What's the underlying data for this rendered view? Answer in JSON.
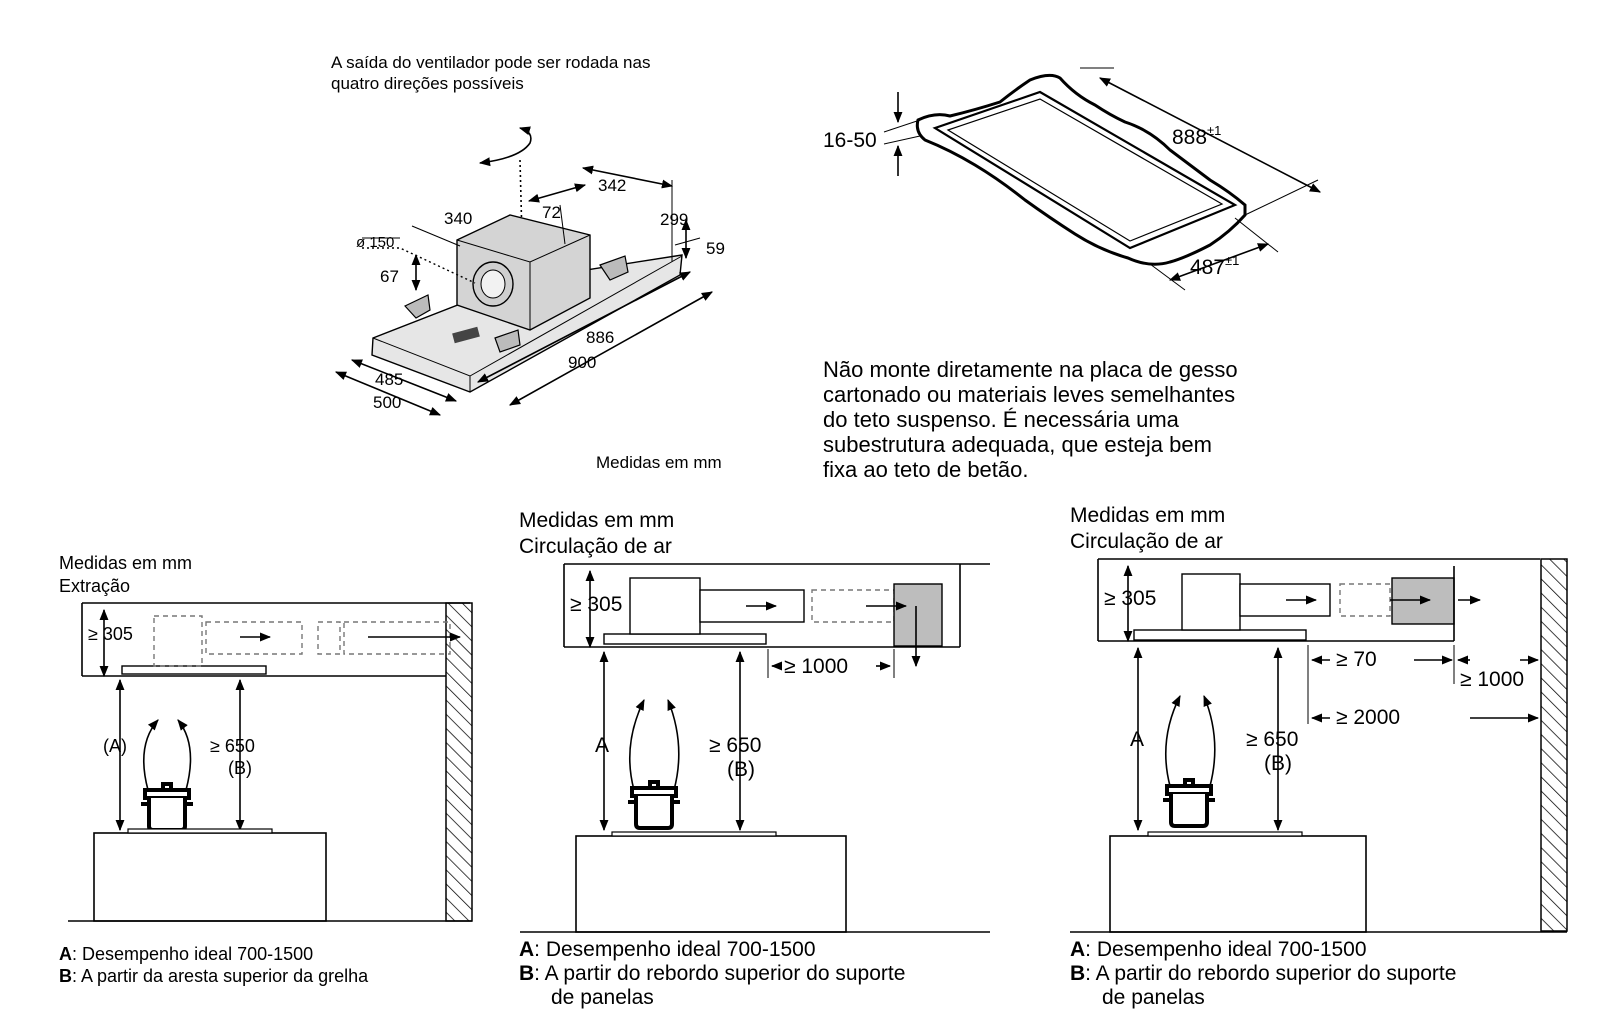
{
  "top_left": {
    "note_line1": "A saída do ventilador pode ser rodada nas",
    "note_line2": "quatro direções possíveis",
    "diam": "ø 150",
    "d340": "340",
    "d72": "72",
    "d342": "342",
    "d299": "299",
    "d59": "59",
    "d67": "67",
    "d886": "886",
    "d900": "900",
    "d485": "485",
    "d500": "500",
    "units": "Medidas em mm"
  },
  "top_right": {
    "d1650": "16-50",
    "d888": "888",
    "d888_tol": "±1",
    "d487": "487",
    "d487_tol": "±1",
    "warning_lines": [
      "Não monte diretamente na placa de gesso",
      "cartonado ou materiais leves semelhantes",
      "do teto suspenso. É necessária uma",
      "subestrutura adequada, que esteja bem",
      "fixa ao teto de betão."
    ]
  },
  "left_panel": {
    "title1": "Medidas em mm",
    "title2": "Extração",
    "h305": "≥ 305",
    "a_label": "(A)",
    "h650": "≥ 650",
    "b_label": "(B)",
    "legend_a_key": "A",
    "legend_a_text": ": Desempenho ideal 700-1500",
    "legend_b_key": "B",
    "legend_b_text": ": A partir da aresta superior da grelha"
  },
  "mid_panel": {
    "title1": "Medidas em mm",
    "title2": "Circulação de ar",
    "h305": "≥ 305",
    "d1000": "≥ 1000",
    "a_label": "A",
    "h650": "≥ 650",
    "b_label": "(B)",
    "legend_a_key": "A",
    "legend_a_text": ": Desempenho ideal 700-1500",
    "legend_b_key": "B",
    "legend_b_text1": ": A partir do rebordo superior do suporte",
    "legend_b_text2": "de panelas"
  },
  "right_panel": {
    "title1": "Medidas em mm",
    "title2": "Circulação de ar",
    "h305": "≥ 305",
    "d70": "≥ 70",
    "d1000": "≥ 1000",
    "d2000": "≥ 2000",
    "a_label": "A",
    "h650": "≥ 650",
    "b_label": "(B)",
    "legend_a_key": "A",
    "legend_a_text": ": Desempenho ideal 700-1500",
    "legend_b_key": "B",
    "legend_b_text1": ": A partir do rebordo superior do suporte",
    "legend_b_text2": "de panelas"
  }
}
